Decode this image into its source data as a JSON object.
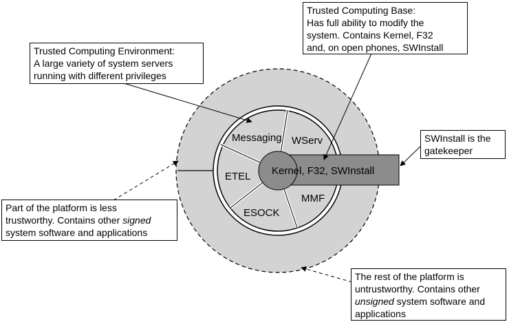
{
  "callouts": {
    "tcb": {
      "lines": [
        "Trusted Computing Base:",
        "Has full ability to modify the",
        "system. Contains Kernel, F32",
        "and, on open phones, SWInstall"
      ]
    },
    "tce": {
      "lines": [
        "Trusted Computing Environment:",
        "A large variety of system servers",
        "running with different privileges"
      ]
    },
    "gatekeeper": {
      "lines": [
        "SWInstall is the",
        "gatekeeper"
      ]
    },
    "signed": {
      "lines_before": [
        "Part of the platform is less",
        "trustworthy. Contains other "
      ],
      "italic": "signed",
      "lines_after": [
        "system software and applications"
      ]
    },
    "unsigned": {
      "lines_before": [
        "The rest of the platform is",
        "untrustworthy. Contains other"
      ],
      "italic": "unsigned",
      "after_italic": " system software and",
      "lines_after": [
        "applications"
      ]
    }
  },
  "segments": {
    "messaging": "Messaging",
    "wserv": "WServ",
    "etel": "ETEL",
    "esock": "ESOCK",
    "mmf": "MMF"
  },
  "kernel": "Kernel, F32, SWInstall",
  "colors": {
    "outer_ring": "#d3d3d3",
    "inner_sectors": "#d3d3d3",
    "kernel": "#8c8c8c",
    "line": "#000000"
  }
}
